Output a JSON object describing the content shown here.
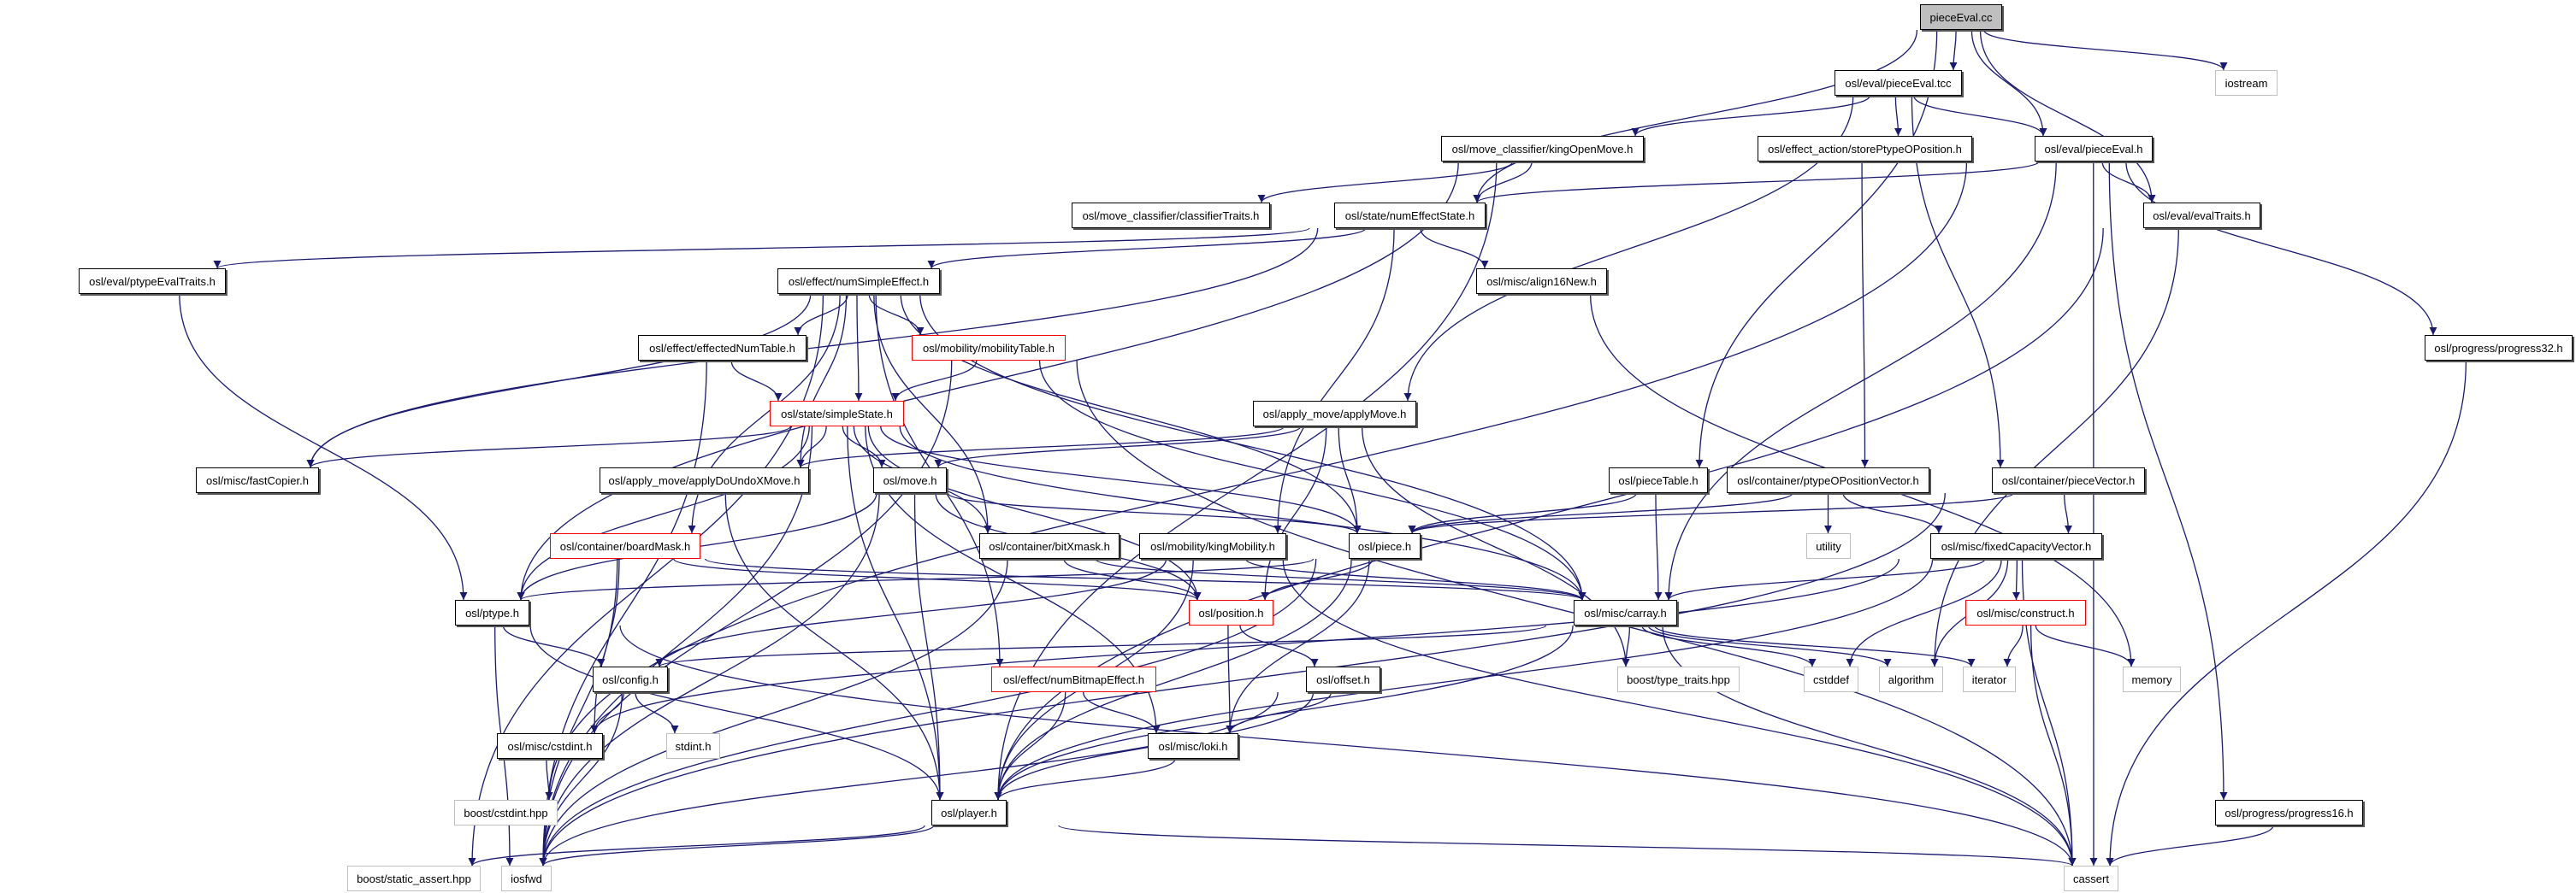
{
  "colors": {
    "edge": "#191970",
    "root_fill": "#bfbfbf",
    "missing_border": "#ff0000",
    "external_border": "#bfbfbf"
  },
  "nodes": [
    {
      "id": "pieceEval_cc",
      "label": "pieceEval.cc",
      "kind": "root"
    },
    {
      "id": "pieceEval_tcc",
      "label": "osl/eval/pieceEval.tcc",
      "kind": "normal"
    },
    {
      "id": "iostream",
      "label": "iostream",
      "kind": "external"
    },
    {
      "id": "kingOpenMove",
      "label": "osl/move_classifier/kingOpenMove.h",
      "kind": "normal"
    },
    {
      "id": "storePtypeOPosition",
      "label": "osl/effect_action/storePtypeOPosition.h",
      "kind": "normal"
    },
    {
      "id": "pieceEval_h",
      "label": "osl/eval/pieceEval.h",
      "kind": "normal"
    },
    {
      "id": "classifierTraits",
      "label": "osl/move_classifier/classifierTraits.h",
      "kind": "normal"
    },
    {
      "id": "numEffectState",
      "label": "osl/state/numEffectState.h",
      "kind": "normal"
    },
    {
      "id": "evalTraits",
      "label": "osl/eval/evalTraits.h",
      "kind": "normal"
    },
    {
      "id": "ptypeEvalTraits",
      "label": "osl/eval/ptypeEvalTraits.h",
      "kind": "normal"
    },
    {
      "id": "numSimpleEffect",
      "label": "osl/effect/numSimpleEffect.h",
      "kind": "normal"
    },
    {
      "id": "align16New",
      "label": "osl/misc/align16New.h",
      "kind": "normal"
    },
    {
      "id": "progress32",
      "label": "osl/progress/progress32.h",
      "kind": "normal"
    },
    {
      "id": "effectedNumTable",
      "label": "osl/effect/effectedNumTable.h",
      "kind": "normal"
    },
    {
      "id": "mobilityTable",
      "label": "osl/mobility/mobilityTable.h",
      "kind": "red"
    },
    {
      "id": "simpleState",
      "label": "osl/state/simpleState.h",
      "kind": "red"
    },
    {
      "id": "applyMove",
      "label": "osl/apply_move/applyMove.h",
      "kind": "normal"
    },
    {
      "id": "fastCopier",
      "label": "osl/misc/fastCopier.h",
      "kind": "normal"
    },
    {
      "id": "applyDoUndoXMove",
      "label": "osl/apply_move/applyDoUndoXMove.h",
      "kind": "normal"
    },
    {
      "id": "move",
      "label": "osl/move.h",
      "kind": "normal"
    },
    {
      "id": "pieceTable",
      "label": "osl/pieceTable.h",
      "kind": "normal"
    },
    {
      "id": "ptypeOPositionVector",
      "label": "osl/container/ptypeOPositionVector.h",
      "kind": "normal"
    },
    {
      "id": "pieceVector",
      "label": "osl/container/pieceVector.h",
      "kind": "normal"
    },
    {
      "id": "boardMask",
      "label": "osl/container/boardMask.h",
      "kind": "red"
    },
    {
      "id": "bitXmask",
      "label": "osl/container/bitXmask.h",
      "kind": "normal"
    },
    {
      "id": "kingMobility",
      "label": "osl/mobility/kingMobility.h",
      "kind": "normal"
    },
    {
      "id": "piece",
      "label": "osl/piece.h",
      "kind": "normal"
    },
    {
      "id": "utility",
      "label": "utility",
      "kind": "external"
    },
    {
      "id": "fixedCapacityVector",
      "label": "osl/misc/fixedCapacityVector.h",
      "kind": "normal"
    },
    {
      "id": "ptype",
      "label": "osl/ptype.h",
      "kind": "normal"
    },
    {
      "id": "position",
      "label": "osl/position.h",
      "kind": "red"
    },
    {
      "id": "carray",
      "label": "osl/misc/carray.h",
      "kind": "normal"
    },
    {
      "id": "construct",
      "label": "osl/misc/construct.h",
      "kind": "red"
    },
    {
      "id": "config",
      "label": "osl/config.h",
      "kind": "normal"
    },
    {
      "id": "numBitmapEffect",
      "label": "osl/effect/numBitmapEffect.h",
      "kind": "red"
    },
    {
      "id": "offset",
      "label": "osl/offset.h",
      "kind": "normal"
    },
    {
      "id": "type_traits",
      "label": "boost/type_traits.hpp",
      "kind": "external"
    },
    {
      "id": "cstddef",
      "label": "cstddef",
      "kind": "external"
    },
    {
      "id": "algorithm",
      "label": "algorithm",
      "kind": "external"
    },
    {
      "id": "iterator",
      "label": "iterator",
      "kind": "external"
    },
    {
      "id": "memory",
      "label": "memory",
      "kind": "external"
    },
    {
      "id": "cstdint_h",
      "label": "osl/misc/cstdint.h",
      "kind": "normal"
    },
    {
      "id": "stdint",
      "label": "stdint.h",
      "kind": "external"
    },
    {
      "id": "loki",
      "label": "osl/misc/loki.h",
      "kind": "normal"
    },
    {
      "id": "boost_cstdint",
      "label": "boost/cstdint.hpp",
      "kind": "external"
    },
    {
      "id": "player",
      "label": "osl/player.h",
      "kind": "normal"
    },
    {
      "id": "progress16",
      "label": "osl/progress/progress16.h",
      "kind": "normal"
    },
    {
      "id": "static_assert",
      "label": "boost/static_assert.hpp",
      "kind": "external"
    },
    {
      "id": "iosfwd",
      "label": "iosfwd",
      "kind": "external"
    },
    {
      "id": "cassert",
      "label": "cassert",
      "kind": "external"
    }
  ],
  "edges": [
    [
      "pieceEval_cc",
      "pieceEval_tcc"
    ],
    [
      "pieceEval_cc",
      "iostream"
    ],
    [
      "pieceEval_cc",
      "pieceEval_h"
    ],
    [
      "pieceEval_cc",
      "evalTraits"
    ],
    [
      "pieceEval_cc",
      "numEffectState"
    ],
    [
      "pieceEval_cc",
      "pieceTable"
    ],
    [
      "pieceEval_tcc",
      "kingOpenMove"
    ],
    [
      "pieceEval_tcc",
      "storePtypeOPosition"
    ],
    [
      "pieceEval_tcc",
      "pieceEval_h"
    ],
    [
      "pieceEval_tcc",
      "applyMove"
    ],
    [
      "pieceEval_tcc",
      "pieceVector"
    ],
    [
      "kingOpenMove",
      "classifierTraits"
    ],
    [
      "kingOpenMove",
      "numEffectState"
    ],
    [
      "kingOpenMove",
      "ptype"
    ],
    [
      "kingOpenMove",
      "player"
    ],
    [
      "storePtypeOPosition",
      "ptypeOPositionVector"
    ],
    [
      "pieceEval_h",
      "evalTraits"
    ],
    [
      "pieceEval_h",
      "numEffectState"
    ],
    [
      "pieceEval_h",
      "progress32"
    ],
    [
      "pieceEval_h",
      "progress16"
    ],
    [
      "pieceEval_h",
      "cassert"
    ],
    [
      "pieceEval_h",
      "carray"
    ],
    [
      "pieceEval_h",
      "boost_cstdint"
    ],
    [
      "evalTraits",
      "player"
    ],
    [
      "evalTraits",
      "algorithm"
    ],
    [
      "numEffectState",
      "numSimpleEffect"
    ],
    [
      "numEffectState",
      "align16New"
    ],
    [
      "numEffectState",
      "ptypeEvalTraits"
    ],
    [
      "numEffectState",
      "kingMobility"
    ],
    [
      "numEffectState",
      "fastCopier"
    ],
    [
      "ptypeEvalTraits",
      "ptype"
    ],
    [
      "numSimpleEffect",
      "effectedNumTable"
    ],
    [
      "numSimpleEffect",
      "mobilityTable"
    ],
    [
      "numSimpleEffect",
      "simpleState"
    ],
    [
      "numSimpleEffect",
      "fastCopier"
    ],
    [
      "numSimpleEffect",
      "applyDoUndoXMove"
    ],
    [
      "numSimpleEffect",
      "boardMask"
    ],
    [
      "numSimpleEffect",
      "bitXmask"
    ],
    [
      "numSimpleEffect",
      "numBitmapEffect"
    ],
    [
      "numSimpleEffect",
      "piece"
    ],
    [
      "numSimpleEffect",
      "carray"
    ],
    [
      "numSimpleEffect",
      "static_assert"
    ],
    [
      "align16New",
      "memory"
    ],
    [
      "effectedNumTable",
      "simpleState"
    ],
    [
      "effectedNumTable",
      "iosfwd"
    ],
    [
      "mobilityTable",
      "simpleState"
    ],
    [
      "mobilityTable",
      "carray"
    ],
    [
      "mobilityTable",
      "cassert"
    ],
    [
      "mobilityTable",
      "iosfwd"
    ],
    [
      "simpleState",
      "fastCopier"
    ],
    [
      "simpleState",
      "applyDoUndoXMove"
    ],
    [
      "simpleState",
      "move"
    ],
    [
      "simpleState",
      "bitXmask"
    ],
    [
      "simpleState",
      "ptype"
    ],
    [
      "simpleState",
      "piece"
    ],
    [
      "simpleState",
      "position"
    ],
    [
      "simpleState",
      "carray"
    ],
    [
      "simpleState",
      "player"
    ],
    [
      "simpleState",
      "loki"
    ],
    [
      "simpleState",
      "iosfwd"
    ],
    [
      "applyMove",
      "applyDoUndoXMove"
    ],
    [
      "applyMove",
      "move"
    ],
    [
      "applyMove",
      "piece"
    ],
    [
      "applyMove",
      "position"
    ],
    [
      "applyMove",
      "type_traits"
    ],
    [
      "applyDoUndoXMove",
      "player"
    ],
    [
      "move",
      "ptype"
    ],
    [
      "move",
      "piece"
    ],
    [
      "move",
      "position"
    ],
    [
      "move",
      "player"
    ],
    [
      "move",
      "iosfwd"
    ],
    [
      "pieceTable",
      "piece"
    ],
    [
      "pieceTable",
      "carray"
    ],
    [
      "ptypeOPositionVector",
      "utility"
    ],
    [
      "ptypeOPositionVector",
      "fixedCapacityVector"
    ],
    [
      "ptypeOPositionVector",
      "piece"
    ],
    [
      "pieceVector",
      "fixedCapacityVector"
    ],
    [
      "pieceVector",
      "piece"
    ],
    [
      "pieceVector",
      "iosfwd"
    ],
    [
      "boardMask",
      "cstdint_h"
    ],
    [
      "boardMask",
      "carray"
    ],
    [
      "boardMask",
      "position"
    ],
    [
      "boardMask",
      "iosfwd"
    ],
    [
      "bitXmask",
      "position"
    ],
    [
      "bitXmask",
      "carray"
    ],
    [
      "bitXmask",
      "iosfwd"
    ],
    [
      "kingMobility",
      "carray"
    ],
    [
      "kingMobility",
      "config"
    ],
    [
      "kingMobility",
      "player"
    ],
    [
      "kingMobility",
      "cassert"
    ],
    [
      "piece",
      "ptype"
    ],
    [
      "piece",
      "position"
    ],
    [
      "piece",
      "loki"
    ],
    [
      "piece",
      "player"
    ],
    [
      "piece",
      "iosfwd"
    ],
    [
      "fixedCapacityVector",
      "carray"
    ],
    [
      "fixedCapacityVector",
      "construct"
    ],
    [
      "fixedCapacityVector",
      "cstddef"
    ],
    [
      "fixedCapacityVector",
      "algorithm"
    ],
    [
      "fixedCapacityVector",
      "cassert"
    ],
    [
      "fixedCapacityVector",
      "player"
    ],
    [
      "fixedCapacityVector",
      "cstdint_h"
    ],
    [
      "ptype",
      "config"
    ],
    [
      "ptype",
      "player"
    ],
    [
      "ptype",
      "iosfwd"
    ],
    [
      "ptype",
      "cassert"
    ],
    [
      "position",
      "offset"
    ],
    [
      "position",
      "loki"
    ],
    [
      "carray",
      "config"
    ],
    [
      "carray",
      "cstddef"
    ],
    [
      "carray",
      "algorithm"
    ],
    [
      "carray",
      "iterator"
    ],
    [
      "carray",
      "cassert"
    ],
    [
      "carray",
      "type_traits"
    ],
    [
      "carray",
      "player"
    ],
    [
      "construct",
      "iterator"
    ],
    [
      "construct",
      "memory"
    ],
    [
      "construct",
      "cassert"
    ],
    [
      "config",
      "cstdint_h"
    ],
    [
      "config",
      "stdint"
    ],
    [
      "config",
      "iosfwd"
    ],
    [
      "cstdint_h",
      "boost_cstdint"
    ],
    [
      "numBitmapEffect",
      "loki"
    ],
    [
      "numBitmapEffect",
      "player"
    ],
    [
      "offset",
      "loki"
    ],
    [
      "offset",
      "player"
    ],
    [
      "offset",
      "iosfwd"
    ],
    [
      "loki",
      "player"
    ],
    [
      "player",
      "static_assert"
    ],
    [
      "player",
      "iosfwd"
    ],
    [
      "player",
      "cassert"
    ],
    [
      "progress16",
      "cassert"
    ],
    [
      "progress32",
      "cassert"
    ]
  ]
}
